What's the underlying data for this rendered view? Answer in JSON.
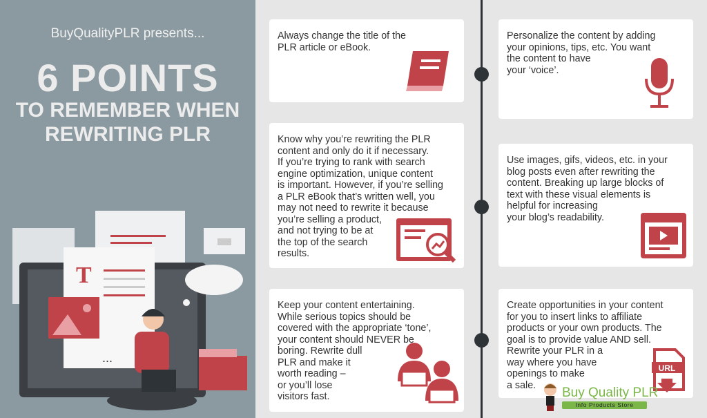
{
  "header": {
    "presents": "BuyQualityPLR presents...",
    "title_big": "6 POINTS",
    "title_sub": "TO REMEMBER WHEN REWRITING PLR"
  },
  "points": [
    {
      "text": "Always change the title of the\nPLR article or eBook.",
      "icon": "book-icon"
    },
    {
      "text": "Personalize the content by adding\nyour opinions, tips, etc. You want\nthe content to have\nyour ‘voice’.",
      "icon": "microphone-icon"
    },
    {
      "text": "Know why you’re rewriting the PLR\ncontent and only do it if necessary.\nIf you’re trying to rank with search\nengine optimization, unique content\nis important. However, if you’re selling\na PLR eBook that’s written well, you\nmay not need to rewrite it because\nyou’re selling a product,\nand not trying to be at\nthe top of the search\nresults.",
      "icon": "seo-analytics-icon"
    },
    {
      "text": "Use images, gifs, videos, etc. in your\nblog posts even after rewriting the\ncontent. Breaking up large blocks of\ntext with these visual elements is\nhelpful for increasing\nyour blog’s readability.",
      "icon": "video-browser-icon"
    },
    {
      "text": "Keep your content entertaining.\nWhile serious topics should be\ncovered with the appropriate ‘tone’,\nyour content should NEVER be\nboring. Rewrite dull\nPLR and make it\nworth reading –\nor you’ll lose\nvisitors fast.",
      "icon": "people-laptops-icon"
    },
    {
      "text": "Create opportunities in your content\nfor you to insert links to affiliate\nproducts or your own products. The\ngoal is to provide value AND sell.\nRewrite your PLR in a\nway where you have\nopenings to make\na sale.",
      "icon": "url-download-icon"
    }
  ],
  "logo": {
    "name": "Buy Quality PLR",
    "tagline": "Info Products Store"
  },
  "illustration": {
    "letter": "T",
    "dots": "..."
  },
  "colors": {
    "panel": "#8b9aa1",
    "accent": "#c1434a",
    "timeline": "#2e3338",
    "logo_green": "#7ab648"
  }
}
